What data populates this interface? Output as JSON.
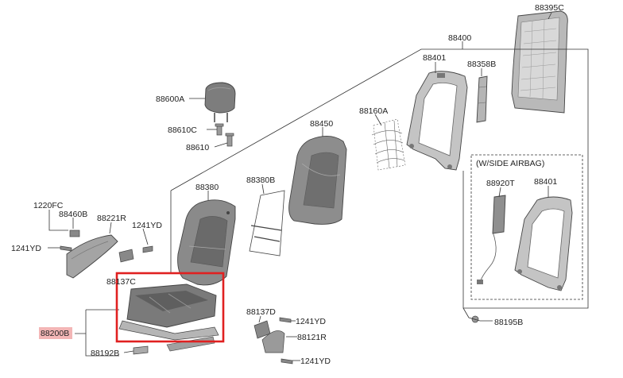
{
  "labels": {
    "p88395C": "88395C",
    "p88400": "88400",
    "p88401": "88401",
    "p88358B": "88358B",
    "p88600A": "88600A",
    "p88160A": "88160A",
    "p88450": "88450",
    "p88610C": "88610C",
    "p88610": "88610",
    "p88380": "88380",
    "p88380B": "88380B",
    "side_airbag": "(W/SIDE AIRBAG)",
    "p88920T": "88920T",
    "p88401b": "88401",
    "p1220FC": "1220FC",
    "p88460B": "88460B",
    "p88221R": "88221R",
    "p1241YD_a": "1241YD",
    "p1241YD_b": "1241YD",
    "p88137C": "88137C",
    "p88137D": "88137D",
    "p1241YD_c": "1241YD",
    "p88200B": "88200B",
    "p88121R": "88121R",
    "p88195B": "88195B",
    "p88192B": "88192B",
    "p1241YD_d": "1241YD"
  },
  "colors": {
    "highlight_box": "#e02020",
    "selected_label_bg": "#f3b6b6",
    "part_fill": "#8a8a8a",
    "part_dark": "#5e5e5e",
    "frame_fill": "#bdbdbd"
  }
}
